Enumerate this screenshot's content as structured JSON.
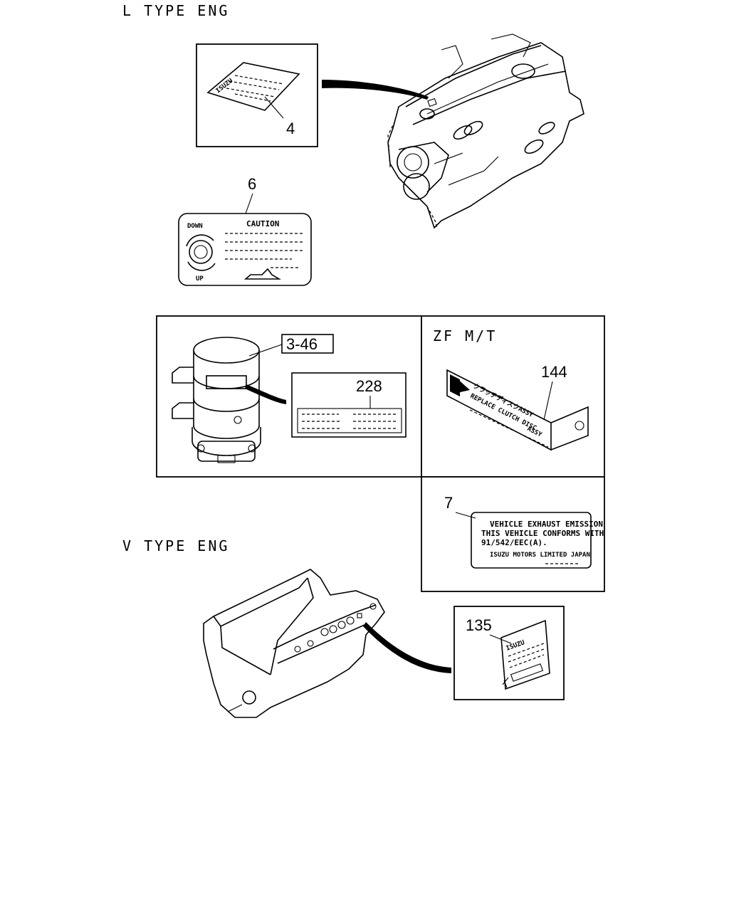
{
  "headings": {
    "l_type": "L TYPE ENG",
    "v_type": "V TYPE ENG",
    "zf_mt": "ZF M/T"
  },
  "callouts": {
    "part_4": "4",
    "part_6": "6",
    "part_3_46": "3-46",
    "part_228": "228",
    "part_144": "144",
    "part_7": "7",
    "part_135": "135"
  },
  "caution_label": {
    "title": "CAUTION",
    "down": "DOWN",
    "up": "UP"
  },
  "isuzu_logo": "ISUZU",
  "clutch_label": {
    "line1": "クラッチディスクASSY",
    "line2": "REPLACE CLUTCH DISC",
    "suffix": "ASSY"
  },
  "emission_label": {
    "line1": "VEHICLE EXHAUST EMISSION",
    "line2": "THIS VEHICLE CONFORMS WITH",
    "line3": "91/542/EEC(A).",
    "line4": "ISUZU MOTORS LIMITED JAPAN"
  }
}
